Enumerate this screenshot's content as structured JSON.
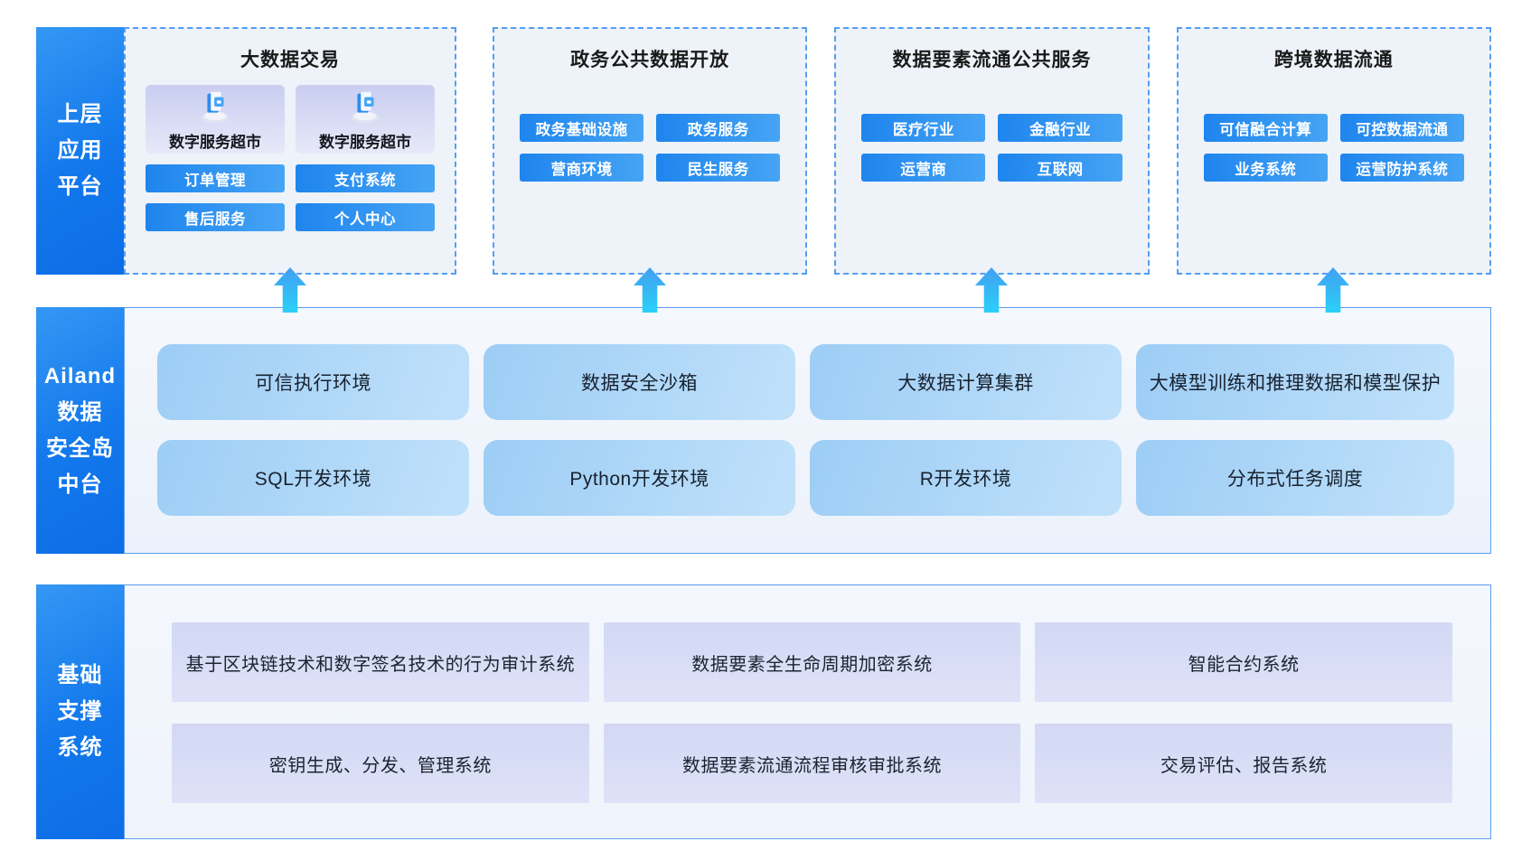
{
  "colors": {
    "label_gradient_start": "#3597f4",
    "label_gradient_end": "#0d6de6",
    "dashed_border": "#539ef4",
    "chip_blue_start": "#1e85ee",
    "chip_blue_end": "#46a4f4",
    "arrow_top": "#419ff2",
    "arrow_bottom": "#2bd0f8",
    "capability_box": "#9dcdf5",
    "system_box": "#d3d8f4",
    "panel_border": "#5c9cef"
  },
  "top_section": {
    "label": {
      "lines": [
        "上层",
        "应用",
        "平台"
      ]
    },
    "boxes": [
      {
        "title": "大数据交易",
        "cards": [
          {
            "label": "数字服务超市"
          },
          {
            "label": "数字服务超市"
          }
        ],
        "buttons": [
          "订单管理",
          "支付系统",
          "售后服务",
          "个人中心"
        ]
      },
      {
        "title": "政务公共数据开放",
        "buttons": [
          "政务基础设施",
          "政务服务",
          "营商环境",
          "民生服务"
        ]
      },
      {
        "title": "数据要素流通公共服务",
        "buttons": [
          "医疗行业",
          "金融行业",
          "运营商",
          "互联网"
        ]
      },
      {
        "title": "跨境数据流通",
        "buttons": [
          "可信融合计算",
          "可控数据流通",
          "业务系统",
          "运营防护系统"
        ]
      }
    ]
  },
  "middle_section": {
    "label": {
      "lines": [
        "Ailand",
        "数据",
        "安全岛",
        "中台"
      ]
    },
    "rows": [
      [
        "可信执行环境",
        "数据安全沙箱",
        "大数据计算集群",
        "大模型训练和推理数据和模型保护"
      ],
      [
        "SQL开发环境",
        "Python开发环境",
        "R开发环境",
        "分布式任务调度"
      ]
    ]
  },
  "bottom_section": {
    "label": {
      "lines": [
        "基础",
        "支撑",
        "系统"
      ]
    },
    "rows": [
      [
        "基于区块链技术和数字签名技术的行为审计系统",
        "数据要素全生命周期加密系统",
        "智能合约系统"
      ],
      [
        "密钥生成、分发、管理系统",
        "数据要素流通流程审核审批系统",
        "交易评估、报告系统"
      ]
    ]
  }
}
